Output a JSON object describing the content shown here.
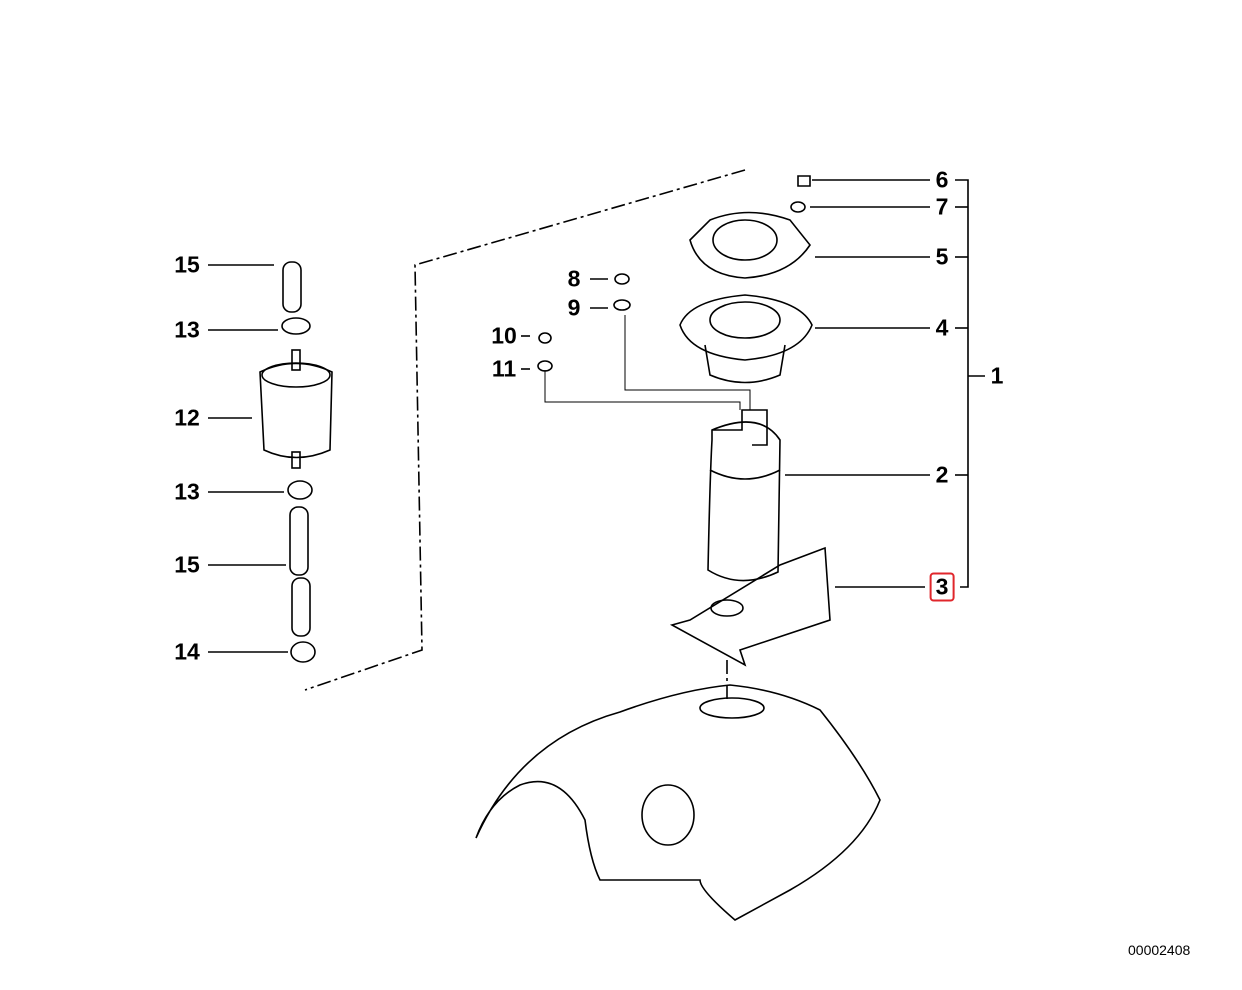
{
  "diagram": {
    "reference_number": "00002408",
    "highlight_color": "#e0262b",
    "callouts": [
      {
        "id": "c15a",
        "label": "15"
      },
      {
        "id": "c13a",
        "label": "13"
      },
      {
        "id": "c12",
        "label": "12"
      },
      {
        "id": "c13b",
        "label": "13"
      },
      {
        "id": "c15b",
        "label": "15"
      },
      {
        "id": "c14",
        "label": "14"
      },
      {
        "id": "c8",
        "label": "8"
      },
      {
        "id": "c9",
        "label": "9"
      },
      {
        "id": "c10",
        "label": "10"
      },
      {
        "id": "c11",
        "label": "11"
      },
      {
        "id": "c6",
        "label": "6"
      },
      {
        "id": "c7",
        "label": "7"
      },
      {
        "id": "c5",
        "label": "5"
      },
      {
        "id": "c4",
        "label": "4"
      },
      {
        "id": "c2",
        "label": "2"
      },
      {
        "id": "c3",
        "label": "3",
        "highlighted": true
      },
      {
        "id": "c1",
        "label": "1"
      }
    ]
  }
}
